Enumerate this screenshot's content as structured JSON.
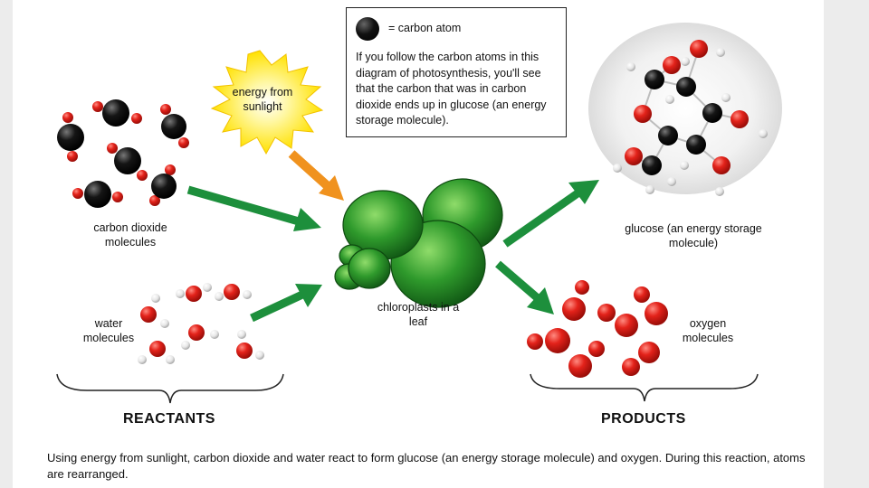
{
  "legend": {
    "atom_key": "= carbon atom",
    "note": "If you follow the carbon atoms in this diagram of photosynthesis, you'll see that the carbon that was in carbon dioxide ends up in glucose (an energy storage molecule)."
  },
  "labels": {
    "energy": "energy from sunlight",
    "co2": "carbon dioxide molecules",
    "water": "water molecules",
    "chloroplasts": "chloroplasts in a leaf",
    "glucose": "glucose (an energy storage molecule)",
    "oxygen": "oxygen molecules"
  },
  "sections": {
    "reactants": "REACTANTS",
    "products": "PRODUCTS"
  },
  "caption": "Using energy from sunlight, carbon dioxide and water react to form glucose (an energy storage molecule) and oxygen. During this reaction, atoms are rearranged.",
  "colors": {
    "carbon": "#111111",
    "oxygen": "#e32219",
    "hydrogen": "#f2f2f2",
    "arrow_green": "#1d8f3c",
    "arrow_orange": "#f0921e",
    "sun_yellow": "#ffe600",
    "chloroplast": "#2f8f2a"
  }
}
